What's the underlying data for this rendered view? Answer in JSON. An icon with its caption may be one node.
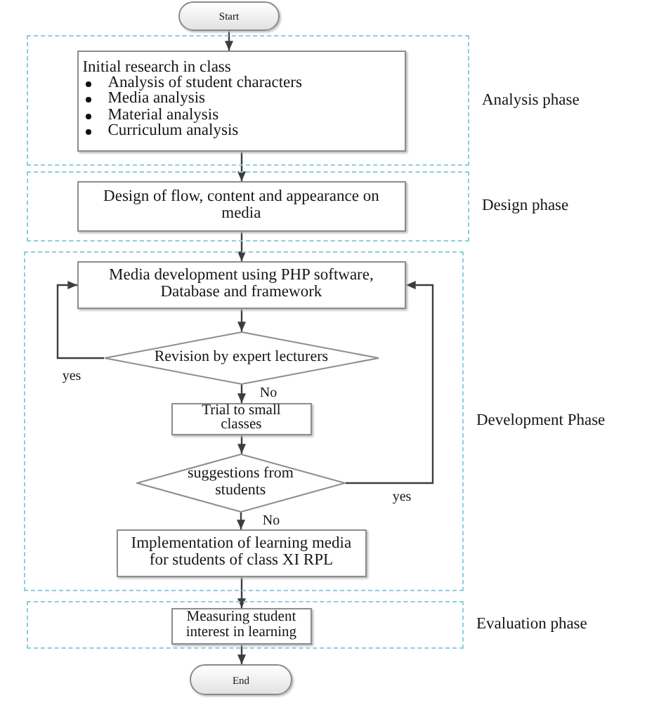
{
  "diagram": {
    "nodes": [
      {
        "text": [
          "Start"
        ]
      },
      {
        "text": [
          "Analysis phase"
        ]
      },
      {
        "text": [
          "Initial research in class",
          "Analysis of student characters",
          "Media analysis",
          "Material analysis",
          "Curriculum analysis"
        ],
        "in": 1
      },
      {
        "text": [
          "Design phase"
        ]
      },
      {
        "text": [
          "Design of flow, content and appearance on media"
        ],
        "in": 3
      },
      {
        "text": [
          "Development Phase"
        ]
      },
      {
        "text": [
          "Media development using PHP software, Database and framework"
        ],
        "in": 5
      },
      {
        "text": [
          "Revision by expert lecturers"
        ],
        "in": 5
      },
      {
        "text": [
          "Trial to small classes"
        ],
        "in": 5
      },
      {
        "text": [
          "suggestions from students"
        ],
        "in": 5
      },
      {
        "text": [
          "Implementation of learning media for students of class XI RPL"
        ],
        "in": 5
      },
      {
        "text": [
          "Evaluation phase"
        ]
      },
      {
        "text": [
          "Measuring student interest in learning"
        ],
        "in": 11
      },
      {
        "text": [
          "End"
        ]
      }
    ],
    "edges": [
      {
        "from": 0,
        "to": 2,
        "arrow": "to"
      },
      {
        "from": 2,
        "to": 4,
        "arrow": "to"
      },
      {
        "from": 4,
        "to": 6,
        "arrow": "to"
      },
      {
        "from": 6,
        "to": 7,
        "arrow": "to"
      },
      {
        "from": 7,
        "to": 6,
        "arrow": "to",
        "label": "yes"
      },
      {
        "from": 7,
        "to": 8,
        "arrow": "to",
        "label": "No"
      },
      {
        "from": 8,
        "to": 9,
        "arrow": "to"
      },
      {
        "from": 9,
        "to": 6,
        "arrow": "to",
        "label": "yes"
      },
      {
        "from": 9,
        "to": 10,
        "arrow": "to",
        "label": "No"
      },
      {
        "from": 10,
        "to": 12,
        "arrow": "to"
      },
      {
        "from": 12,
        "to": 13,
        "arrow": "to"
      }
    ]
  }
}
